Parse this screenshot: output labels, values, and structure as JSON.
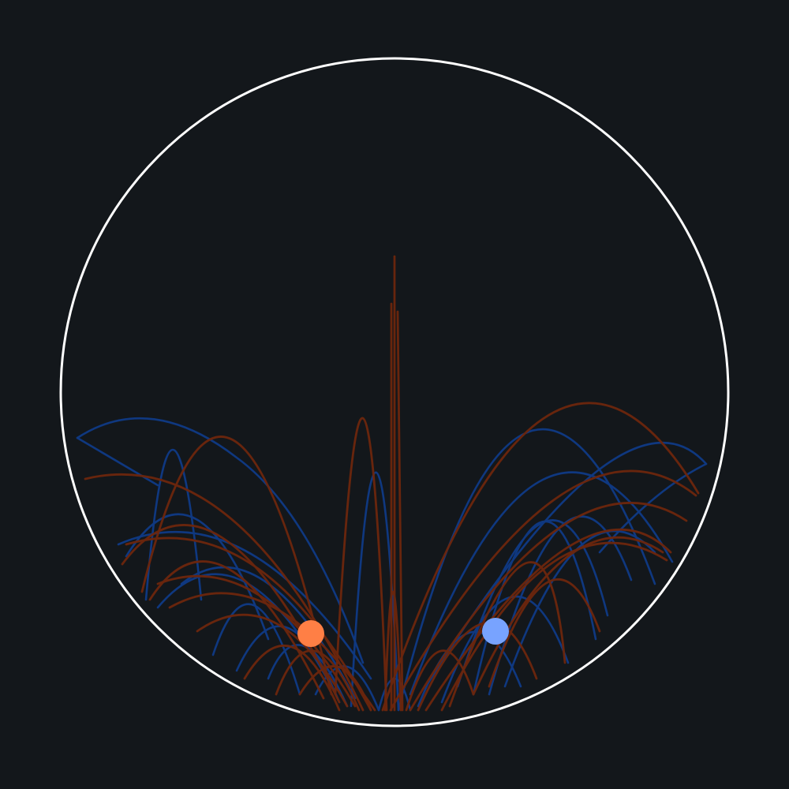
{
  "colors": {
    "background": "#13171b",
    "boundary": "#ffffff",
    "trail_blue": "#0f3a86",
    "trail_orange": "#6b260d",
    "ball_orange": "#ff7f45",
    "ball_blue": "#78a3ff"
  },
  "scene": {
    "boundary": "circle",
    "balls": [
      {
        "name": "ball-orange",
        "color": "#ff7f45"
      },
      {
        "name": "ball-blue",
        "color": "#78a3ff"
      }
    ],
    "trails": [
      "blue",
      "orange"
    ]
  }
}
